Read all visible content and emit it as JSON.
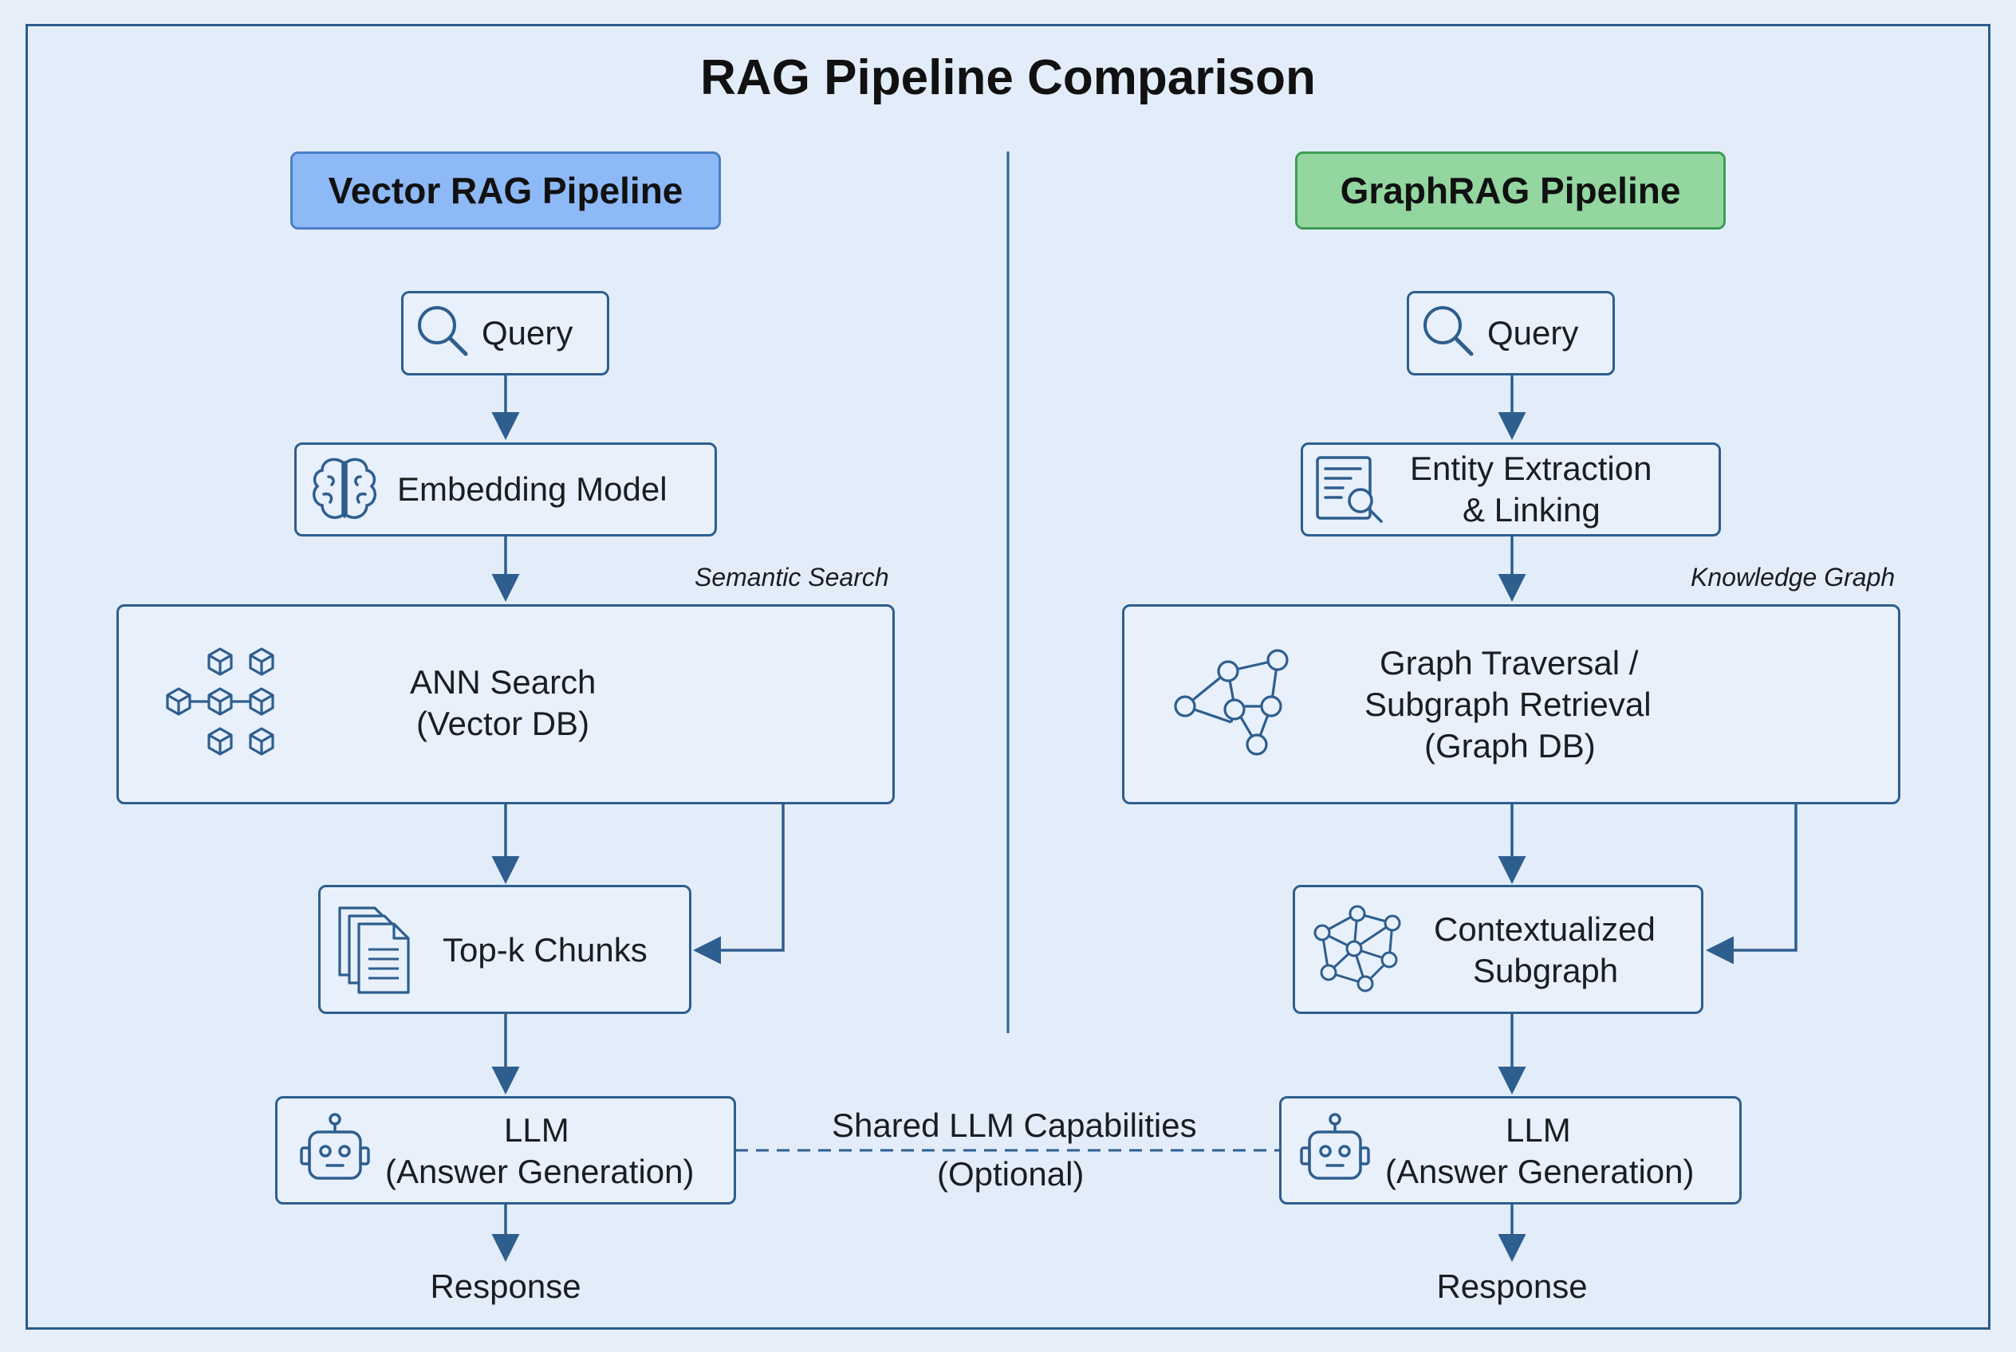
{
  "title": "RAG Pipeline Comparison",
  "vector": {
    "header": "Vector RAG Pipeline",
    "query": "Query",
    "embedding": "Embedding Model",
    "note": "Semantic Search",
    "ann_line1": "ANN Search",
    "ann_line2": "(Vector DB)",
    "topk": "Top-k Chunks",
    "llm_line1": "LLM",
    "llm_line2": "(Answer Generation)",
    "response": "Response"
  },
  "graph": {
    "header": "GraphRAG Pipeline",
    "query": "Query",
    "entity_line1": "Entity Extraction",
    "entity_line2": "& Linking",
    "note": "Knowledge Graph",
    "trav_line1": "Graph Traversal /",
    "trav_line2": "Subgraph Retrieval",
    "trav_line3": "(Graph DB)",
    "ctx_line1": "Contextualized",
    "ctx_line2": "Subgraph",
    "llm_line1": "LLM",
    "llm_line2": "(Answer Generation)",
    "response": "Response"
  },
  "shared": {
    "line1": "Shared LLM Capabilities",
    "line2": "(Optional)"
  },
  "colors": {
    "stroke": "#2e5e8e",
    "vector_header": "#8db9f6",
    "graph_header": "#93d6a0",
    "background": "#e3edfa"
  }
}
